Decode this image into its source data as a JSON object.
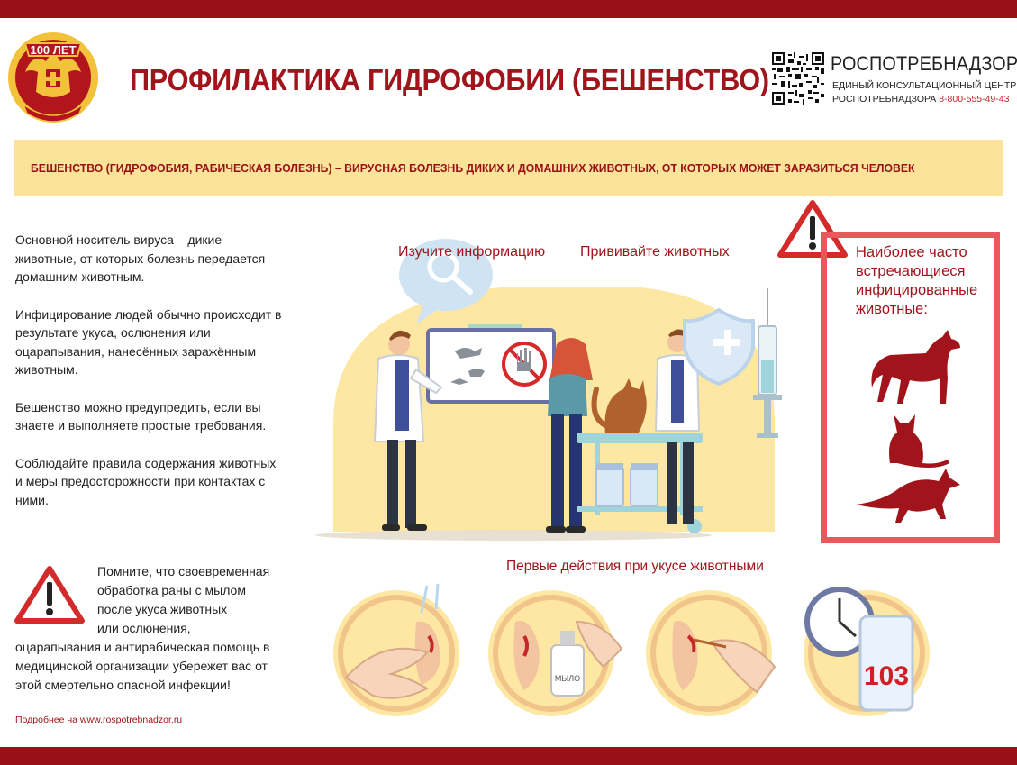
{
  "header": {
    "emblem_text": "100 ЛЕТ",
    "title": "ПРОФИЛАКТИКА ГИДРОФОБИИ (БЕШЕНСТВО)",
    "org_name": "РОСПОТРЕБНАДЗОР",
    "org_sub1": "ЕДИНЫЙ КОНСУЛЬТАЦИОННЫЙ ЦЕНТР",
    "org_sub2": "РОСПОТРЕБНАДЗОРА",
    "org_phone": "8-800-555-49-43"
  },
  "banner": {
    "text": "БЕШЕНСТВО (ГИДРОФОБИЯ, РАБИЧЕСКАЯ БОЛЕЗНЬ) – ВИРУСНАЯ БОЛЕЗНЬ ДИКИХ И ДОМАШНИХ ЖИВОТНЫХ, ОТ КОТОРЫХ МОЖЕТ ЗАРАЗИТЬСЯ ЧЕЛОВЕК"
  },
  "info": {
    "p1": "Основной носитель вируса – дикие животные, от которых болезнь передается домашним животным.",
    "p2": "Инфицирование людей обычно происходит в результате укуса, ослюнения или оцарапывания, нанесённых заражённым животным.",
    "p3": "Бешенство можно предупредить, если вы знаете и выполняете простые требования.",
    "p4": "Соблюдайте правила содержания животных и меры предосторожности при контактах с ними."
  },
  "scene": {
    "study_label": "Изучите информацию",
    "vaccinate_label": "Прививайте животных"
  },
  "animals_box": {
    "text": "Наиболее часто встречающиеся инфицированные животные:"
  },
  "warning_note": {
    "lines": [
      "Помните, что своевременная",
      "обработка раны с мылом",
      "после укуса животных",
      "или ослюнения,",
      "оцарапывания и антирабическая помощь в",
      "медицинской организации убережет вас от",
      "этой смертельно опасной инфекции!"
    ]
  },
  "first_aid": {
    "title": "Первые действия при укусе животными",
    "soap_label": "МЫЛО",
    "emergency_number": "103"
  },
  "footer": {
    "more": "Подробнее на www.rospotrebnadzor.ru"
  },
  "colors": {
    "brand_red": "#9a1016",
    "accent_red": "#a1141b",
    "banner_yellow": "#fbe49a",
    "frame_pink": "#e9595c",
    "circle_yellow": "#fde7a2"
  }
}
